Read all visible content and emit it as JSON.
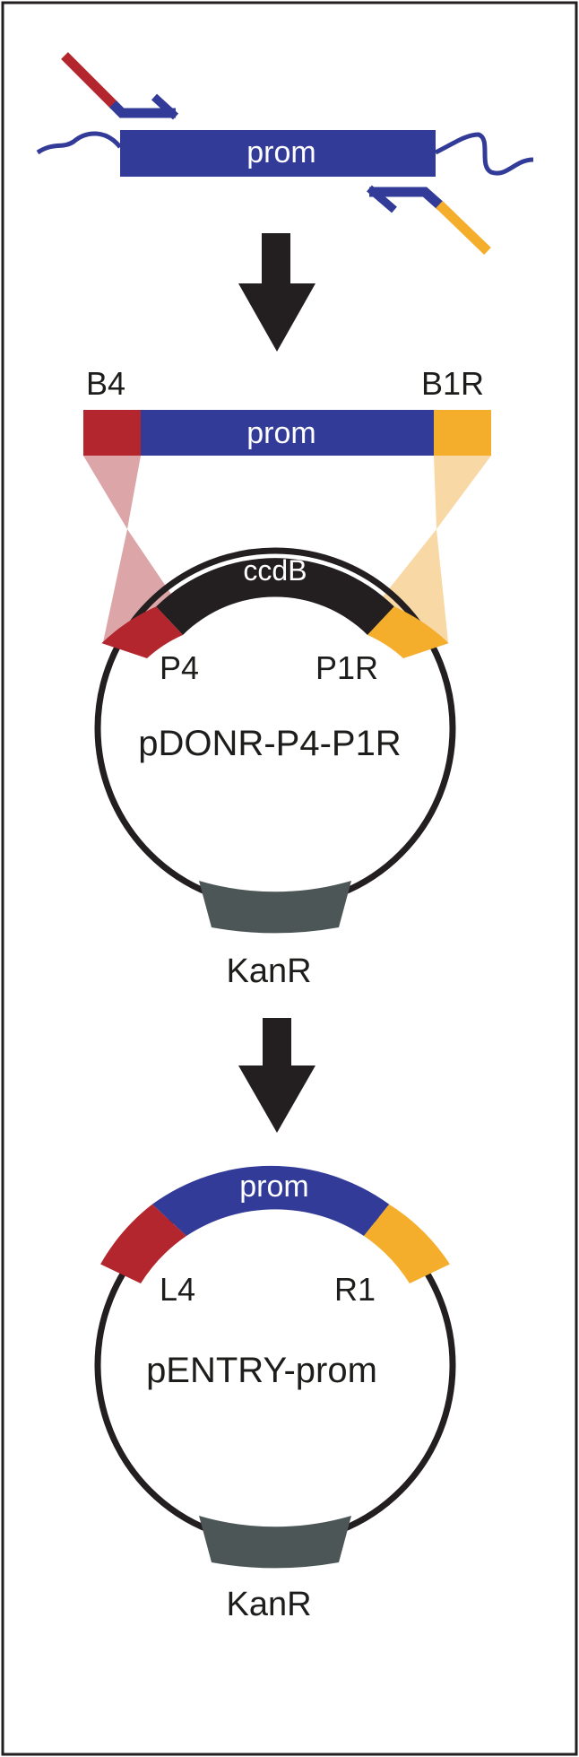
{
  "colors": {
    "blue": "#323b98",
    "red": "#b3262d",
    "orange": "#f5ae2b",
    "black": "#231f20",
    "gray": "#4c5656",
    "light_red": "#dca6a8",
    "light_orange": "#f8d8a4"
  },
  "pcr_product": {
    "insert_label": "prom"
  },
  "arrow_1": {
    "icon": "down-arrow-icon"
  },
  "attb_fragment": {
    "left_site": "B4",
    "right_site": "B1R",
    "insert_label": "prom"
  },
  "donor_vector": {
    "top_gene": "ccdB",
    "left_site": "P4",
    "right_site": "P1R",
    "name": "pDONR-P4-P1R",
    "resistance": "KanR"
  },
  "arrow_2": {
    "icon": "down-arrow-icon"
  },
  "entry_vector": {
    "top_insert": "prom",
    "left_site": "L4",
    "right_site": "R1",
    "name": "pENTRY-prom",
    "resistance": "KanR"
  }
}
